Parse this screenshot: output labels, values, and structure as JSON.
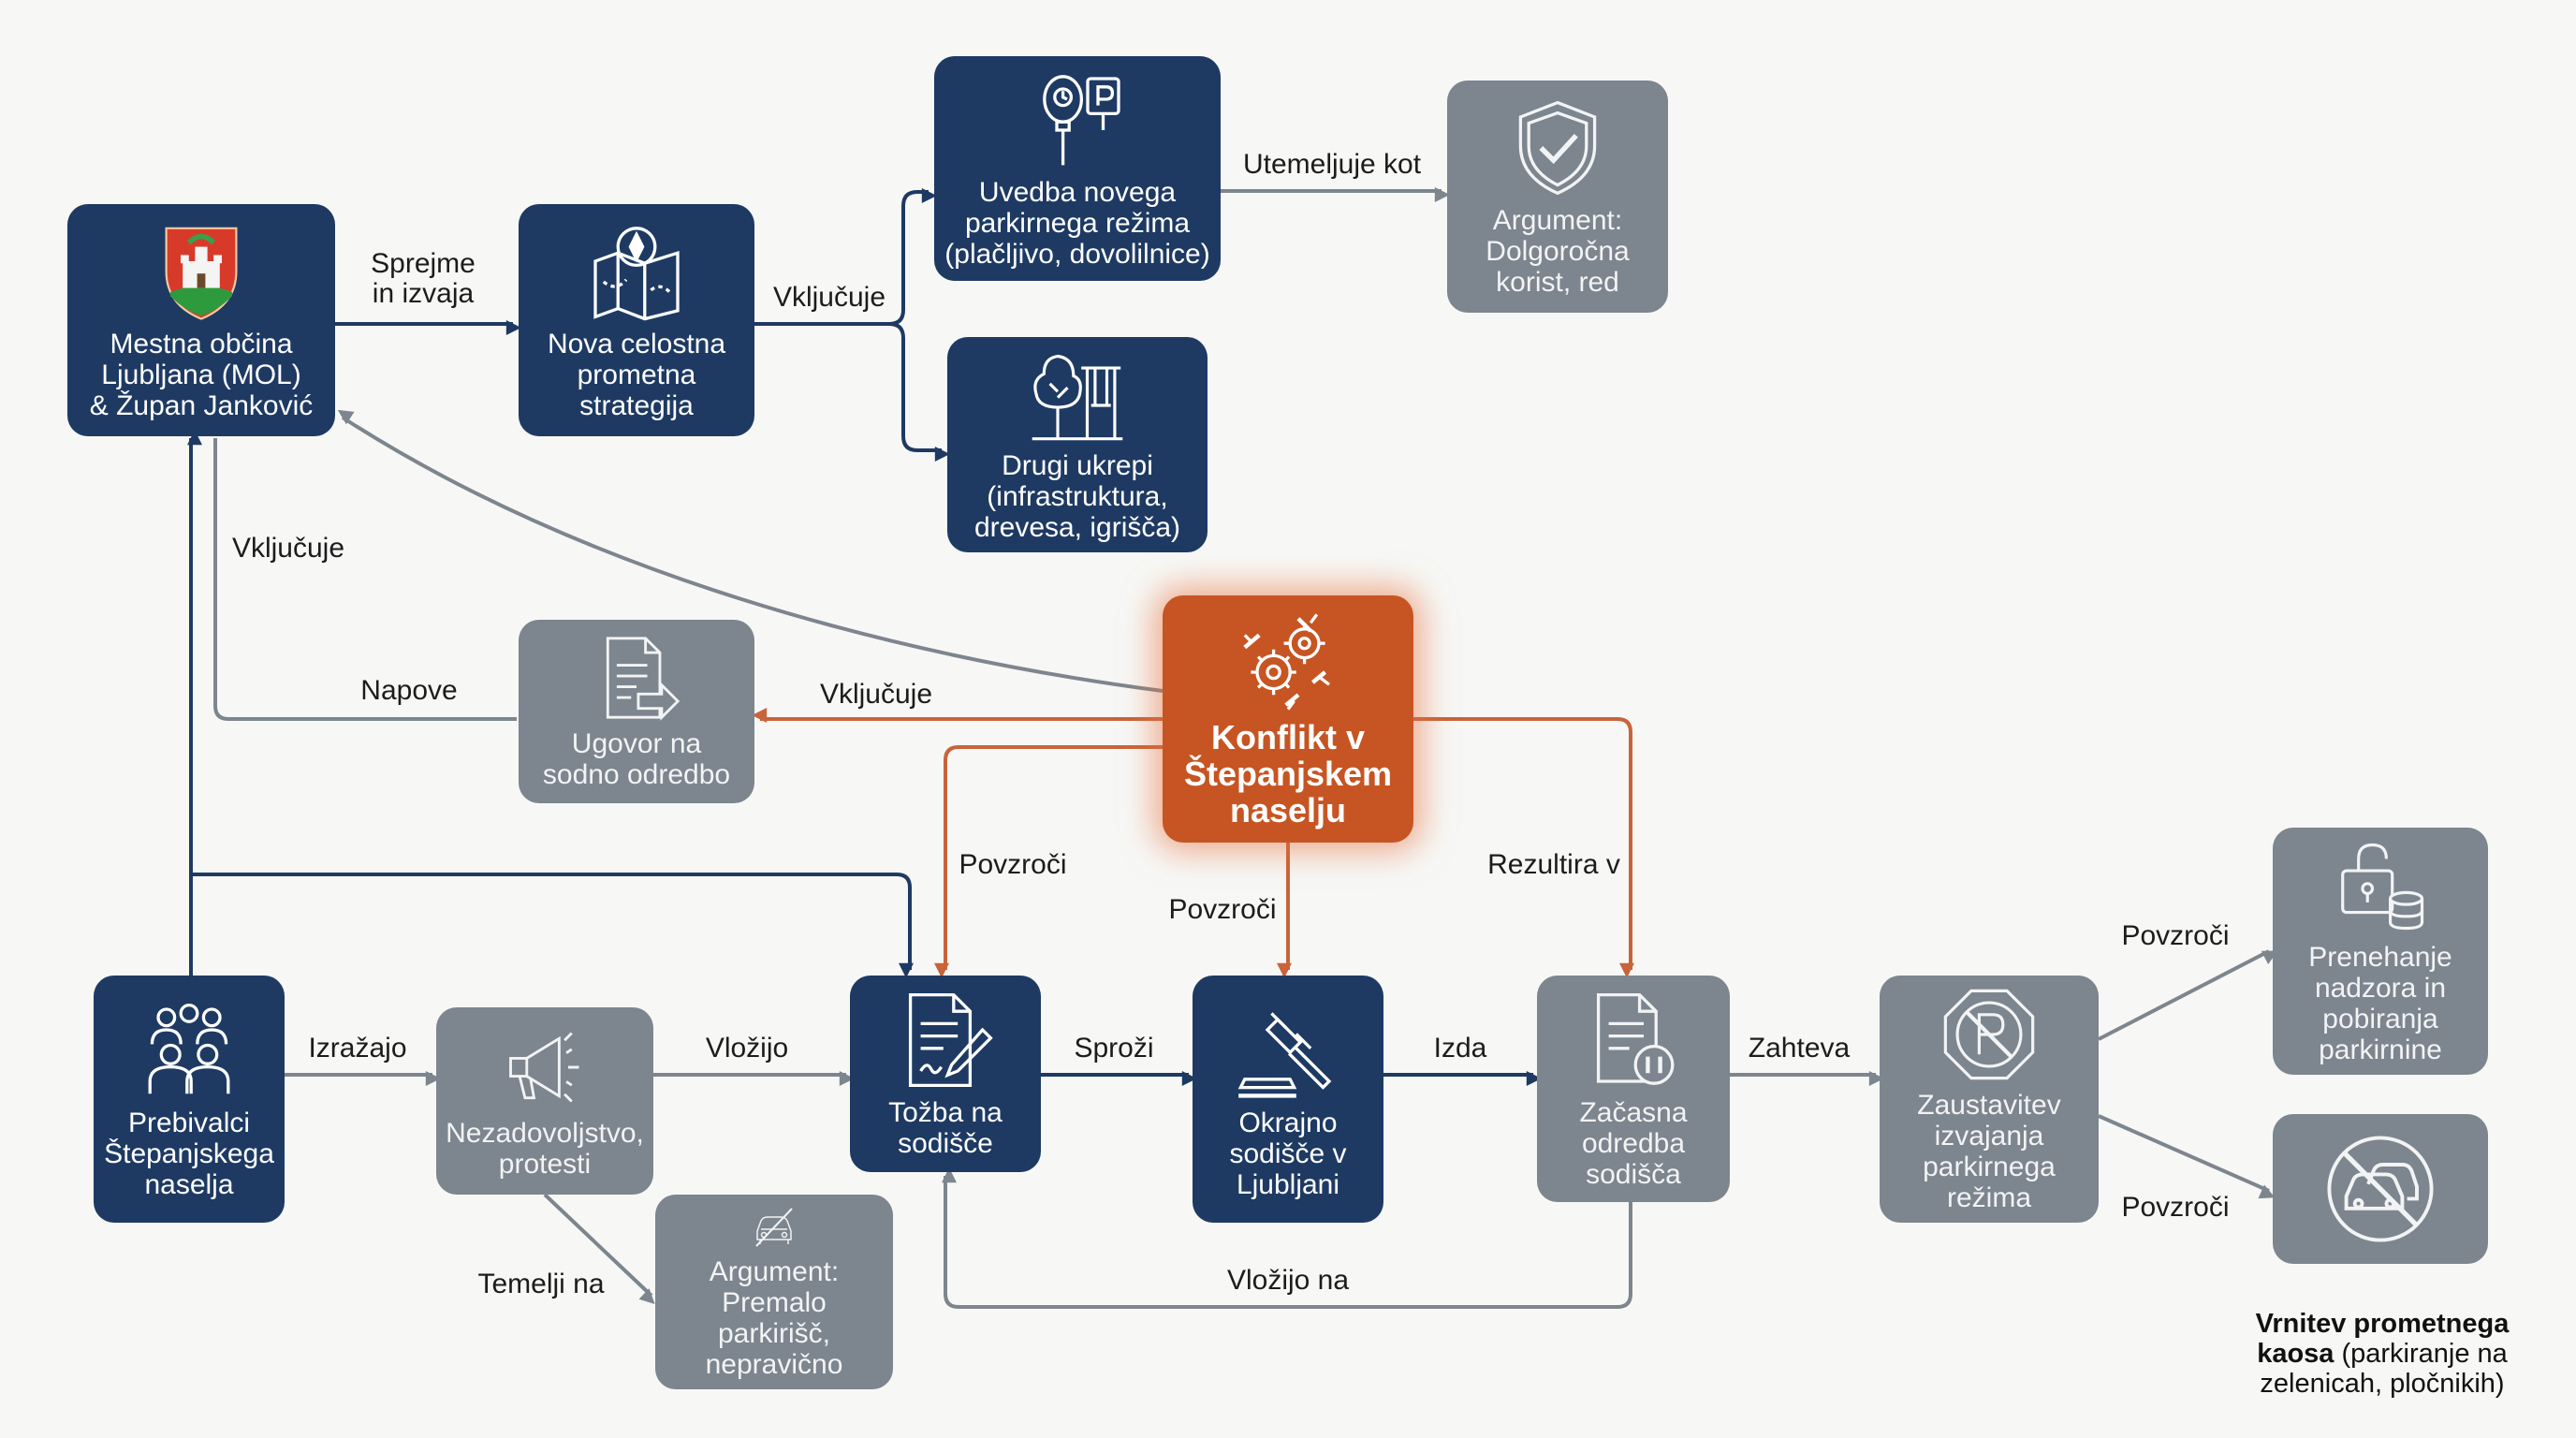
{
  "nodes": {
    "mol": {
      "text": "Mestna občina\nLjubljana (MOL)\n& Župan Janković",
      "icon": "ljubljana-coat-of-arms"
    },
    "strategy": {
      "text": "Nova celostna\nprometna\nstrategija",
      "icon": "map-compass-icon"
    },
    "parking": {
      "title": "Uvedba novega\nparkirnega režima",
      "sub": "(plačljivo, dovolilnice)",
      "icon": "parking-meter-icon"
    },
    "argument_long": {
      "text": "Argument:\nDolgoročna\nkorist, red",
      "icon": "shield-check-icon"
    },
    "other": {
      "title": "Drugi ukrepi",
      "sub": "(infrastruktura,\ndrevesa, igrišča)",
      "icon": "tree-playground-icon"
    },
    "agreement": {
      "text": "Ugovor na\nsodno odredbo",
      "icon": "document-arrow-icon"
    },
    "conflict": {
      "text": "Konflikt v\nŠtepanjskem\nnaselju",
      "icon": "gears-conflict-icon"
    },
    "residents": {
      "text": "Prebivalci\nŠtepanjskega\nnaselja",
      "icon": "people-group-icon"
    },
    "protests": {
      "text": "Nezadovoljstvo,\nprotesti",
      "icon": "megaphone-icon"
    },
    "argument_parking": {
      "text": "Argument:\nPremalo parkirišč,\nnepravično",
      "icon": "car-crossed-icon"
    },
    "lawsuit": {
      "text": "Tožba na\nsodišče",
      "icon": "document-pen-icon"
    },
    "court": {
      "text": "Okrajno\nsodišče v\nLjubljani",
      "icon": "gavel-icon"
    },
    "order": {
      "text": "Začasna\nodredba\nsodišča",
      "icon": "document-pause-icon"
    },
    "suspension": {
      "text": "Zaustavitev\nizvajanja\nparkirnega\nrežima",
      "icon": "no-parking-icon"
    },
    "cessation": {
      "text": "Prenehanje\nnadzora in\npobiranja\nparkirnine",
      "icon": "unlock-coins-icon"
    },
    "chaos_icon": {
      "icon": "no-cars-icon"
    }
  },
  "chaos_caption": {
    "bold": "Vrnitev prometnega\nkaosa",
    "rest": " (parkiranje na\nzelenicah, pločnikih)"
  },
  "edge_labels": {
    "sprejme": "Sprejme\nin izvaja",
    "vkljucuje1": "Vključuje",
    "utemeljuje": "Utemeljuje kot",
    "vkljucuje2": "Vključuje",
    "napove": "Napove",
    "vkljucuje3": "Vključuje",
    "povzroci1": "Povzroči",
    "povzroci2": "Povzroči",
    "rezultira": "Rezultira v",
    "izrazajo": "Izražajo",
    "vlozijo": "Vložijo",
    "temelji": "Temelji na",
    "sprozi": "Sproži",
    "izda": "Izda",
    "zahteva": "Zahteva",
    "povzroci3": "Povzroči",
    "povzroci4": "Povzroči",
    "vlozijo_na": "Vložijo na"
  },
  "colors": {
    "navy": "#1e3a63",
    "gray": "#7d858e",
    "orange": "#c65523",
    "orange_line": "#c8643a"
  }
}
